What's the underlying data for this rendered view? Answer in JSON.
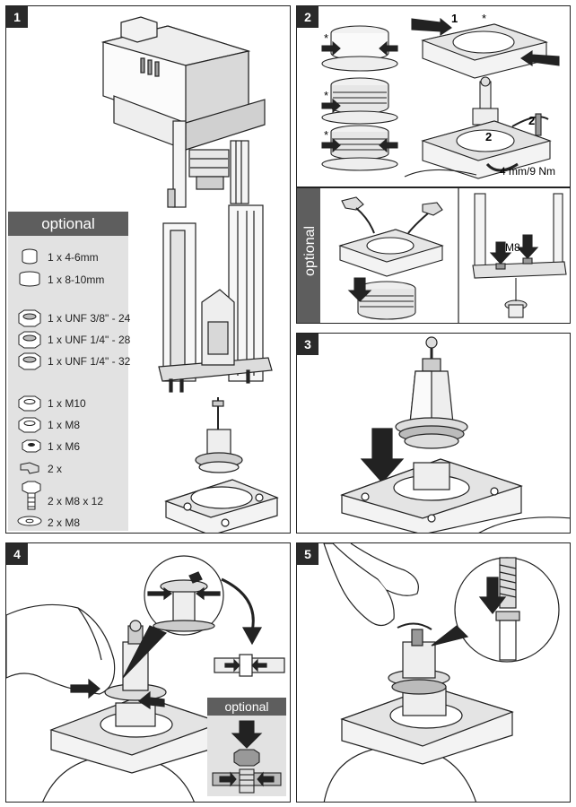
{
  "panels": {
    "p1": {
      "number": "1"
    },
    "p2": {
      "number": "2",
      "callout_1": "1",
      "callout_2a": "2",
      "callout_2b": "2",
      "torque": "4 mm/9 Nm",
      "asterisk": "*"
    },
    "p2opt": {
      "label": "optional",
      "m8": "M8"
    },
    "p3": {
      "number": "3"
    },
    "p4": {
      "number": "4",
      "optional_label": "optional"
    },
    "p5": {
      "number": "5"
    }
  },
  "optional_parts": {
    "header": "optional",
    "items": [
      {
        "label": "1 x 4-6mm",
        "icon": "sleeve-small-icon"
      },
      {
        "label": "1 x 8-10mm",
        "icon": "sleeve-large-icon"
      },
      {
        "label": "1 x UNF 3/8\" - 24",
        "icon": "threaded-nut-icon"
      },
      {
        "label": "1 x UNF 1/4\" - 28",
        "icon": "threaded-nut-icon"
      },
      {
        "label": "1 x UNF 1/4\" - 32",
        "icon": "threaded-nut-icon"
      },
      {
        "label": "1 x M10",
        "icon": "hex-nut-icon"
      },
      {
        "label": "1 x M8",
        "icon": "hex-nut-icon"
      },
      {
        "label": "1 x M6",
        "icon": "hex-nut-small-icon"
      },
      {
        "label": "2 x",
        "icon": "clip-icon"
      },
      {
        "label": "2 x M8 x 12",
        "icon": "bolt-icon"
      },
      {
        "label": "2 x M8",
        "icon": "washer-icon"
      }
    ]
  }
}
